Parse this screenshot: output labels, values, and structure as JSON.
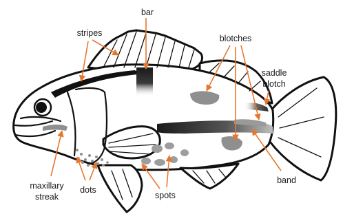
{
  "labels": {
    "bar": "bar",
    "stripes": "stripes",
    "blotches": "blotches",
    "saddle_blotch_line1": "saddle",
    "saddle_blotch_line2": "blotch",
    "band": "band",
    "spots": "spots",
    "dots": "dots",
    "maxillary_streak_line1": "maxillary",
    "maxillary_streak_line2": "streak"
  },
  "colors": {
    "arrow": "#e8772e",
    "outline": "#111111",
    "marking_gray": "#8f8f8f",
    "marking_dark": "#2a2a2a",
    "label_text": "#1a1a1a"
  }
}
